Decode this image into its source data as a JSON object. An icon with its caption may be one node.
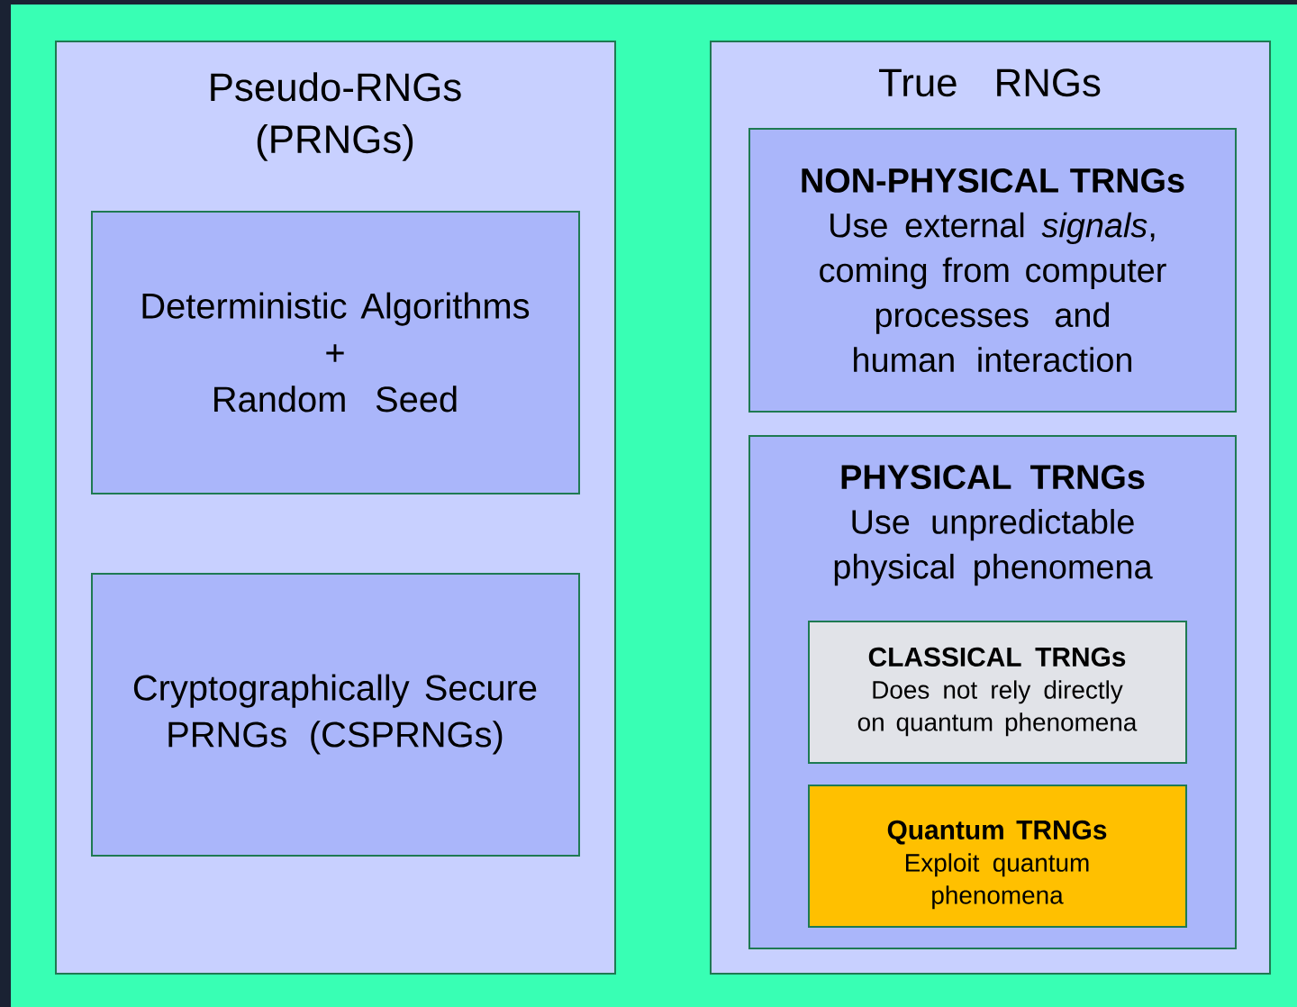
{
  "diagram": {
    "nodes": [
      {
        "text": [
          "Pseudo-RNGs (PRNGs)"
        ]
      },
      {
        "text": [
          "Deterministic Algorithms",
          "+",
          "Random Seed"
        ],
        "in": 0
      },
      {
        "text": [
          "Cryptographically Secure PRNGs (CSPRNGs)"
        ],
        "in": 0
      },
      {
        "text": [
          "True RNGs"
        ]
      },
      {
        "text": [
          "NON-PHYSICAL TRNGs",
          "Use external *signals*, coming from computer processes and human interaction"
        ],
        "in": 3
      },
      {
        "text": [
          "PHYSICAL TRNGs",
          "Use unpredictable physical phenomena"
        ],
        "in": 3
      },
      {
        "text": [
          "CLASSICAL TRNGs",
          "Does not rely directly on quantum phenomena"
        ],
        "in": 5
      },
      {
        "text": [
          "Quantum TRNGs",
          "Exploit quantum phenomena"
        ],
        "in": 5
      }
    ]
  }
}
